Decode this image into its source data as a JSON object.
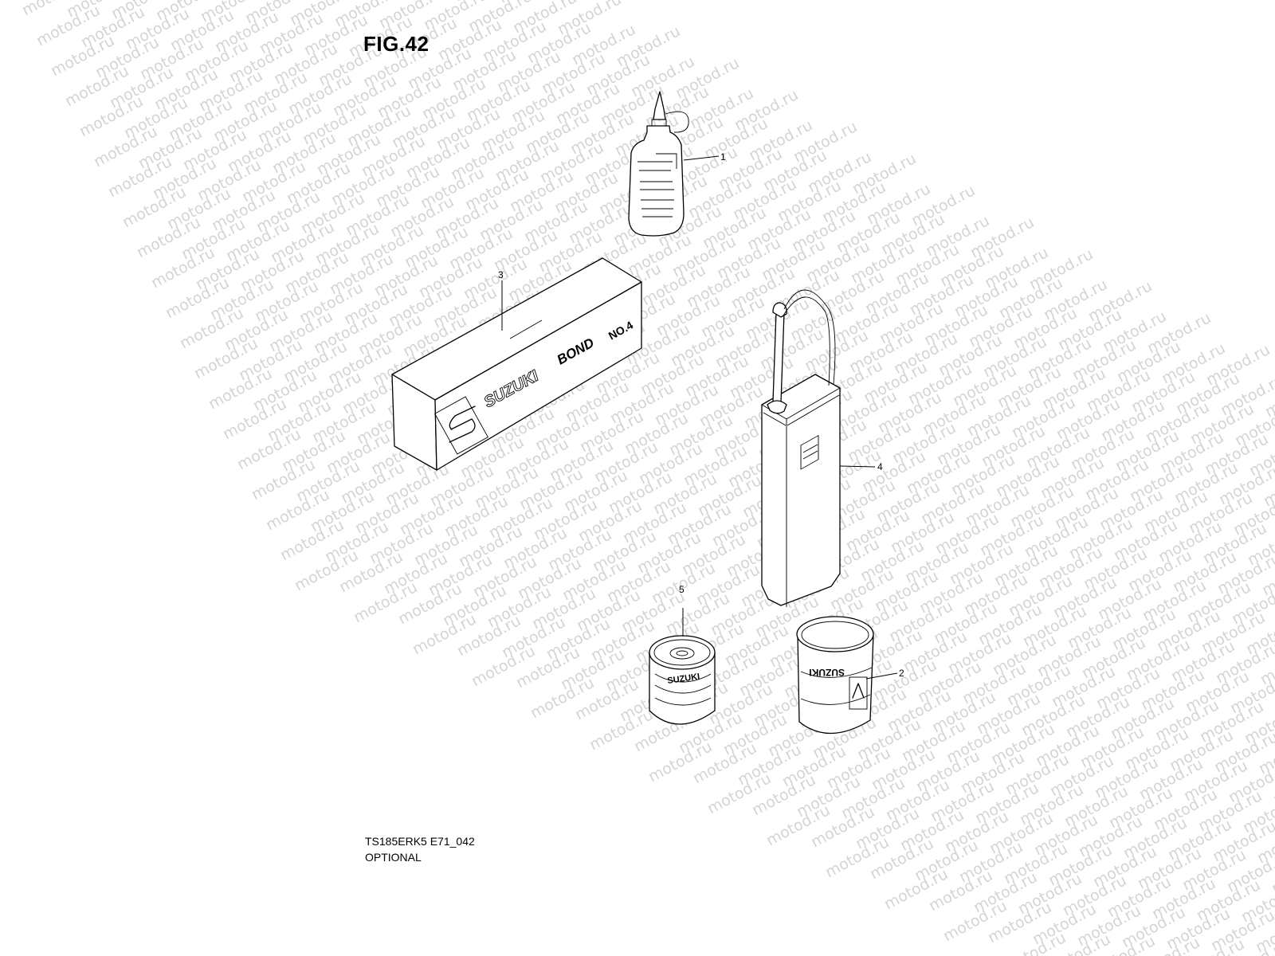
{
  "figure": {
    "title": "FIG.42",
    "model_code": "TS185ERK5 E71_042",
    "caption": "OPTIONAL"
  },
  "watermark": {
    "text": "motod.ru",
    "color": "#d4d4d4"
  },
  "parts": [
    {
      "callout": "1",
      "item": "oil-bottle"
    },
    {
      "callout": "2",
      "item": "grease-can"
    },
    {
      "callout": "3",
      "item": "bond-box"
    },
    {
      "callout": "4",
      "item": "oil-can"
    },
    {
      "callout": "5",
      "item": "small-tin"
    }
  ],
  "box_label": {
    "brand": "SUZUKI",
    "product": "BOND",
    "number": "NO.4"
  },
  "tin_label": "SUZUKI",
  "can_label": "SUZUKI"
}
